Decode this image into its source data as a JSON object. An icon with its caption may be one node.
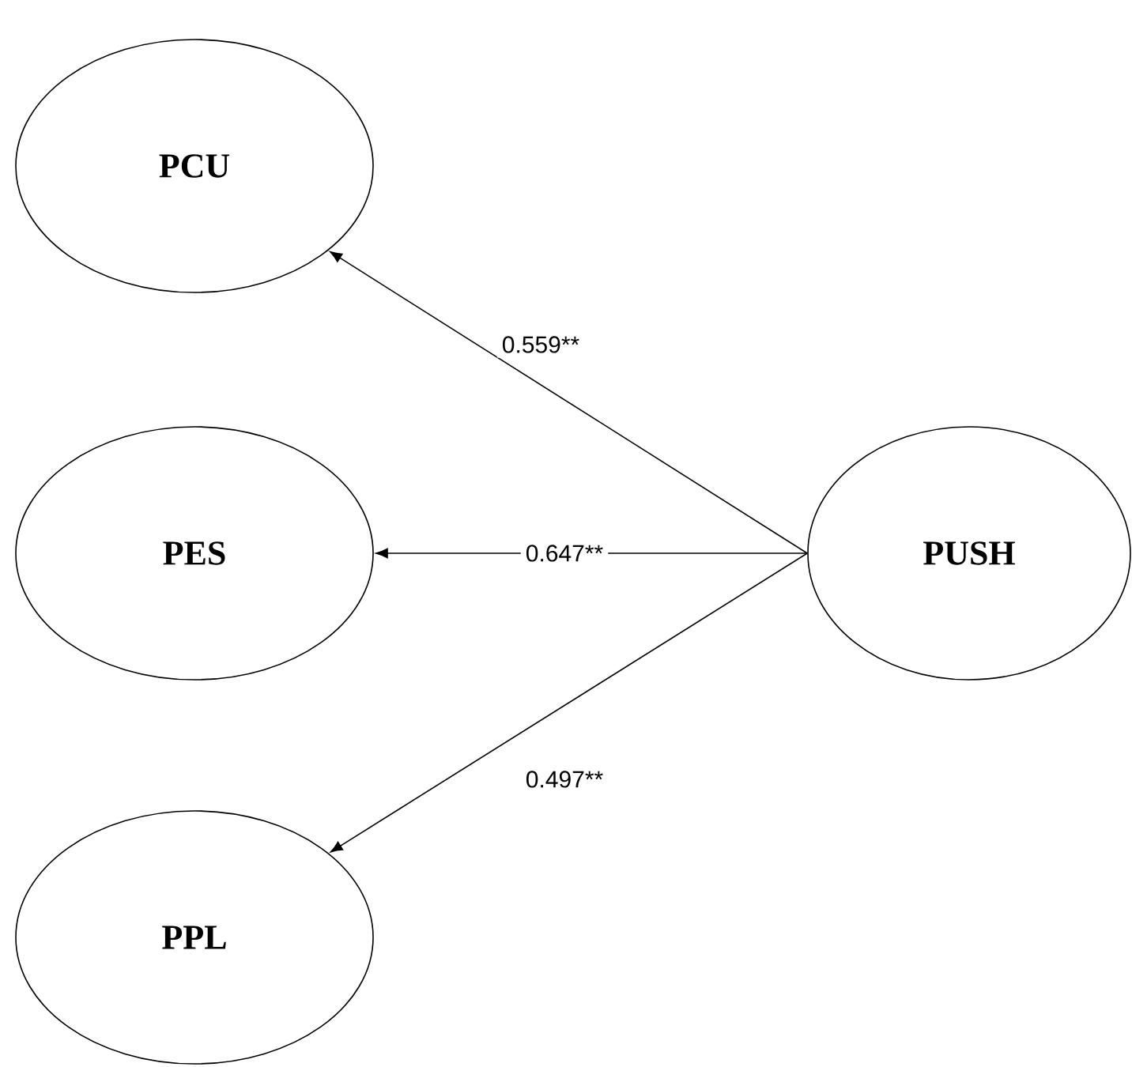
{
  "diagram": {
    "nodes": [
      {
        "text": [
          "PCU"
        ]
      },
      {
        "text": [
          "PES"
        ]
      },
      {
        "text": [
          "PPL"
        ]
      },
      {
        "text": [
          "PUSH"
        ]
      }
    ],
    "edges": [
      {
        "from": 3,
        "to": 0,
        "arrow": "to",
        "label": "0.559**"
      },
      {
        "from": 3,
        "to": 1,
        "arrow": "to",
        "label": "0.647**"
      },
      {
        "from": 3,
        "to": 2,
        "arrow": "to",
        "label": "0.497**"
      }
    ]
  }
}
